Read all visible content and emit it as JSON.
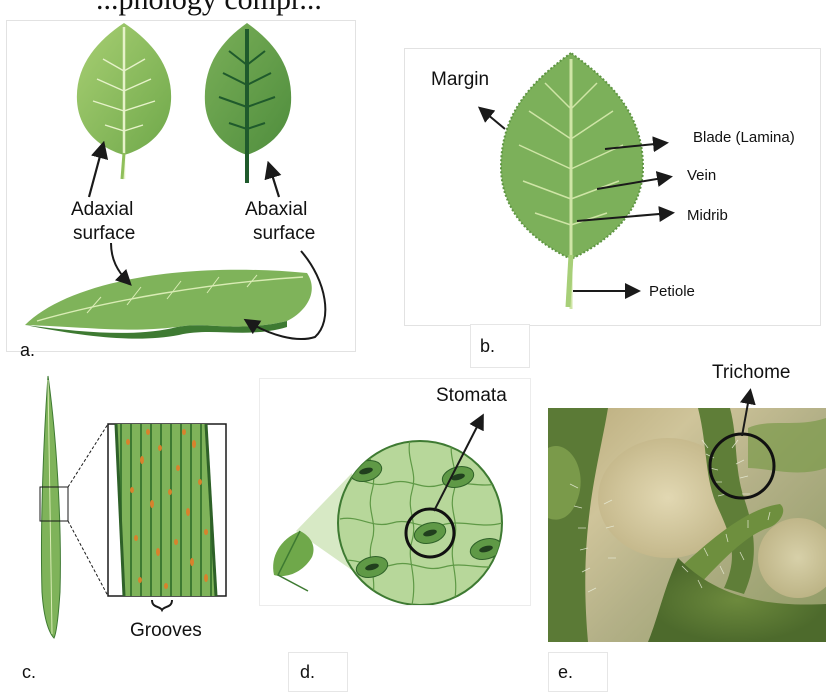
{
  "header": {
    "cut_off_text": "...phology compr..."
  },
  "panel_a": {
    "letter": "a.",
    "adaxial_label_line1": "Adaxial",
    "adaxial_label_line2": "surface",
    "abaxial_label_line1": "Abaxial",
    "abaxial_label_line2": "surface"
  },
  "panel_b": {
    "letter": "b.",
    "margin_label": "Margin",
    "blade_label": "Blade (Lamina)",
    "vein_label": "Vein",
    "midrib_label": "Midrib",
    "petiole_label": "Petiole"
  },
  "panel_c": {
    "letter": "c.",
    "grooves_label": "Grooves"
  },
  "panel_d": {
    "letter": "d.",
    "stomata_label": "Stomata"
  },
  "panel_e": {
    "letter": "e.",
    "trichome_label": "Trichome"
  },
  "colors": {
    "leaf_light": "#8fbf5a",
    "leaf_mid": "#6fa84a",
    "leaf_dark": "#3f7a33",
    "vein": "#d9ecb4",
    "arrow": "#1a1a1a",
    "orange_dots": "#d8822c"
  }
}
